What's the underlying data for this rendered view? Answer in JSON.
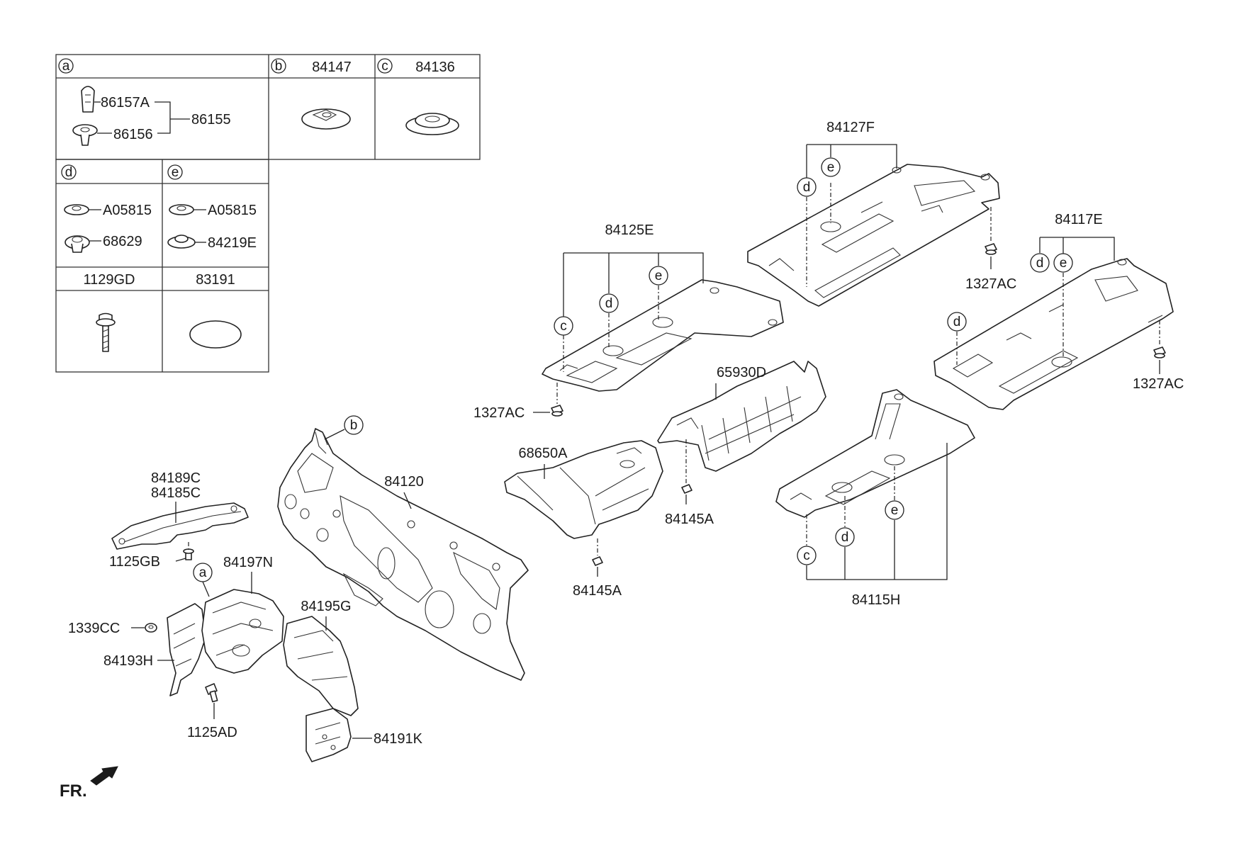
{
  "legend": {
    "row1": [
      {
        "letter": "a",
        "part": ""
      },
      {
        "letter": "b",
        "part": "84147"
      },
      {
        "letter": "c",
        "part": "84136"
      }
    ],
    "a_labels": {
      "clip_top": "86157A",
      "clip_bottom": "86156",
      "assy": "86155"
    },
    "row2": [
      {
        "letter": "d",
        "top": "A05815",
        "bottom": "68629"
      },
      {
        "letter": "e",
        "top": "A05815",
        "bottom": "84219E"
      }
    ],
    "row3": [
      "1129GD",
      "83191"
    ]
  },
  "labels": {
    "p84127F": "84127F",
    "p84125E": "84125E",
    "p84117E": "84117E",
    "p1327AC_a": "1327AC",
    "p1327AC_b": "1327AC",
    "p1327AC_c": "1327AC",
    "p65930D": "65930D",
    "p68650A": "68650A",
    "p84145A_a": "84145A",
    "p84145A_b": "84145A",
    "p84120": "84120",
    "p84189C": "84189C",
    "p84185C": "84185C",
    "p1125GB": "1125GB",
    "p84197N": "84197N",
    "p84195G": "84195G",
    "p1339CC": "1339CC",
    "p84193H": "84193H",
    "p1125AD": "1125AD",
    "p84191K": "84191K",
    "p84115H": "84115H",
    "front": "FR."
  },
  "bubbles": {
    "b_dash": "b",
    "a_cowl": "a",
    "c": "c",
    "d": "d",
    "e": "e"
  }
}
